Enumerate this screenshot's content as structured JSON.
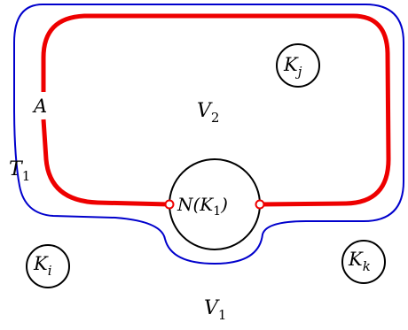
{
  "diagram": {
    "labels": {
      "A": "A",
      "V2": {
        "base": "V",
        "sub": "2"
      },
      "T1": {
        "base": "T",
        "sub": "1"
      },
      "N_K1": {
        "base": "N(K",
        "sub": "1",
        "tail": ")"
      },
      "Kj": {
        "base": "K",
        "sub": "j"
      },
      "Ki": {
        "base": "K",
        "sub": "i"
      },
      "Kk": {
        "base": "K",
        "sub": "k"
      },
      "V1": {
        "base": "V",
        "sub": "1"
      }
    },
    "colors": {
      "thin_curve": "#0000cc",
      "thick_curve": "#ee0000",
      "circle_stroke": "#000000",
      "endpoint_fill": "#ffffff"
    }
  }
}
